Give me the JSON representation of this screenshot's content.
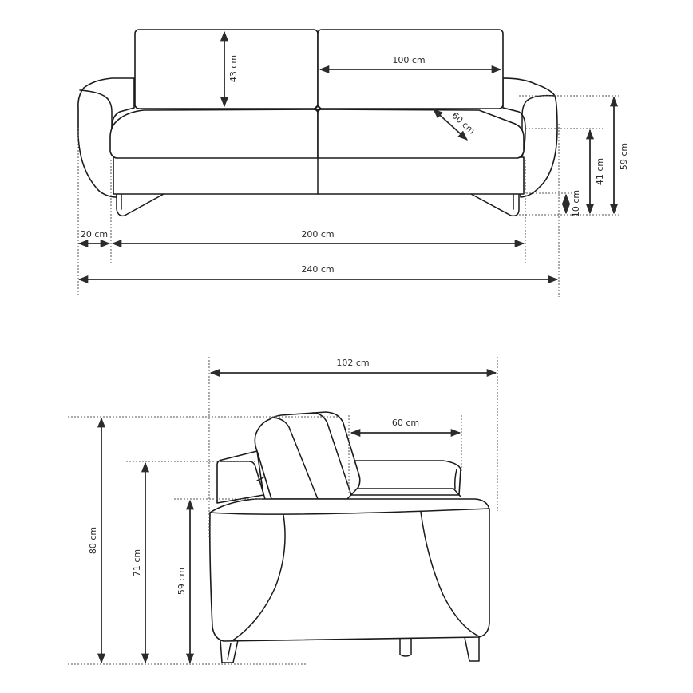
{
  "front_view": {
    "labels": {
      "cushion_height": "43 cm",
      "cushion_width": "100 cm",
      "seat_depth": "60 cm",
      "armrest_width": "20 cm",
      "seat_width": "200 cm",
      "total_width": "240 cm",
      "leg_height": "10 cm",
      "seat_height": "41 cm",
      "armrest_height": "59 cm"
    }
  },
  "side_view": {
    "labels": {
      "total_depth": "102 cm",
      "seat_depth": "60 cm",
      "total_height": "80 cm",
      "backrest_height": "71 cm",
      "armrest_height": "59 cm"
    }
  },
  "colors": {
    "line": "#1a1a1a",
    "dimension": "#2b2b2b",
    "background": "#ffffff"
  }
}
